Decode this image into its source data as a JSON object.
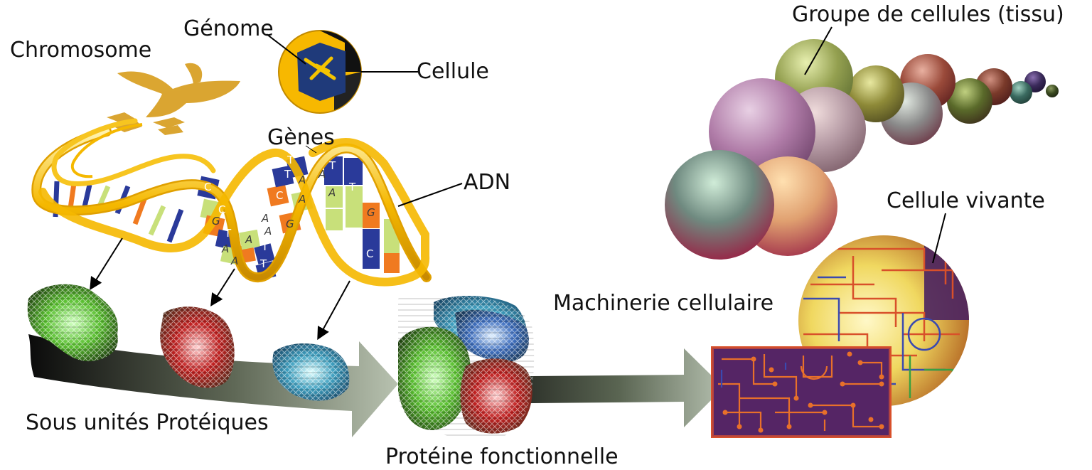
{
  "labels": {
    "chromosome": "Chromosome",
    "genome": "Génome",
    "cell": "Cellule",
    "genes": "Gènes",
    "dna": "ADN",
    "tissue": "Groupe de cellules (tissu)",
    "living_cell": "Cellule vivante",
    "machinery": "Machinerie cellulaire",
    "subunits": "Sous unités Protéiques",
    "functional_protein": "Protéine fonctionnelle"
  },
  "dna_bases": {
    "b1": "C",
    "b2": "C",
    "b3": "G",
    "b4": "T",
    "b5": "A",
    "b6": "A",
    "b7": "T",
    "b8": "C",
    "b9": "A",
    "b10": "A",
    "b11": "G",
    "b12": "T",
    "b13": "T",
    "b14": "A",
    "b15": "T",
    "b16": "G",
    "b17": "C",
    "b18": "A",
    "b19": "A",
    "b20": "A",
    "b21": "T",
    "b22": "A",
    "b23": "T"
  },
  "colors": {
    "gold": "#f5b800",
    "arrow_dark": "#1a1a1a",
    "arrow_light": "#8a9680",
    "circuit_bg": "#4a2260",
    "circuit_line": "#e8702a"
  }
}
